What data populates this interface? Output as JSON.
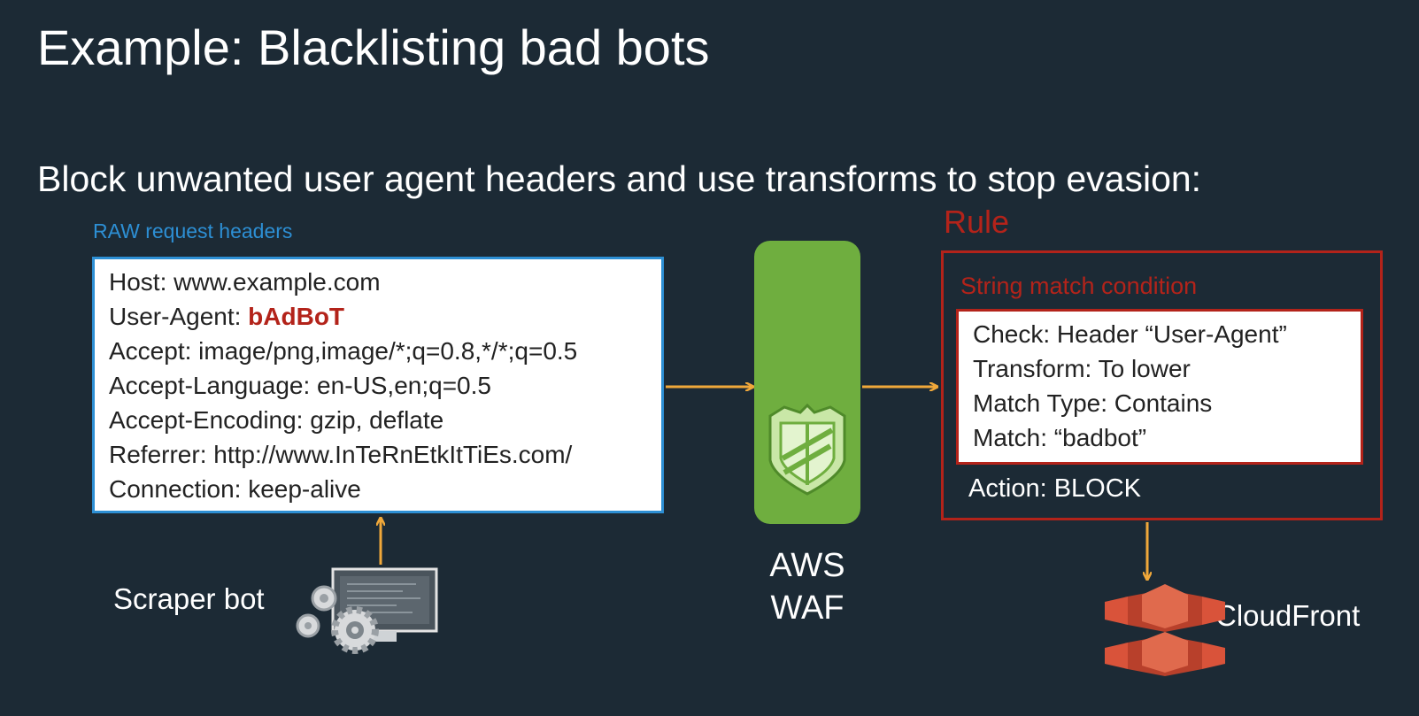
{
  "slide": {
    "title": "Example: Blacklisting bad bots",
    "subtitle": "Block unwanted user agent headers and use transforms to stop evasion:"
  },
  "raw_headers": {
    "label": "RAW request headers",
    "host": "Host: www.example.com",
    "user_agent_key": "User-Agent: ",
    "user_agent_value": "bAdBoT",
    "accept": "Accept: image/png,image/*;q=0.8,*/*;q=0.5",
    "accept_language": "Accept-Language: en-US,en;q=0.5",
    "accept_encoding": "Accept-Encoding: gzip, deflate",
    "referrer": "Referrer: http://www.InTeRnEtkItTiEs.com/",
    "connection": "Connection: keep-alive"
  },
  "scraper": {
    "label": "Scraper bot",
    "icon": "scraper-bot-icon"
  },
  "waf": {
    "line1": "AWS",
    "line2": "WAF",
    "icon": "waf-shield-icon"
  },
  "rule": {
    "label": "Rule",
    "condition_label": "String match condition",
    "check": "Check: Header “User-Agent”",
    "transform": "Transform: To lower",
    "match_type": "Match Type: Contains",
    "match": "Match: “badbot”",
    "action": "Action: BLOCK"
  },
  "cloudfront": {
    "label": "CloudFront",
    "icon": "cloudfront-icon"
  },
  "colors": {
    "background": "#1c2a35",
    "arrow": "#f0a83a",
    "raw_border": "#2d8fd4",
    "rule_red": "#b3231a",
    "waf_green": "#6fae3f",
    "cloudfront_orange": "#d9533a"
  }
}
